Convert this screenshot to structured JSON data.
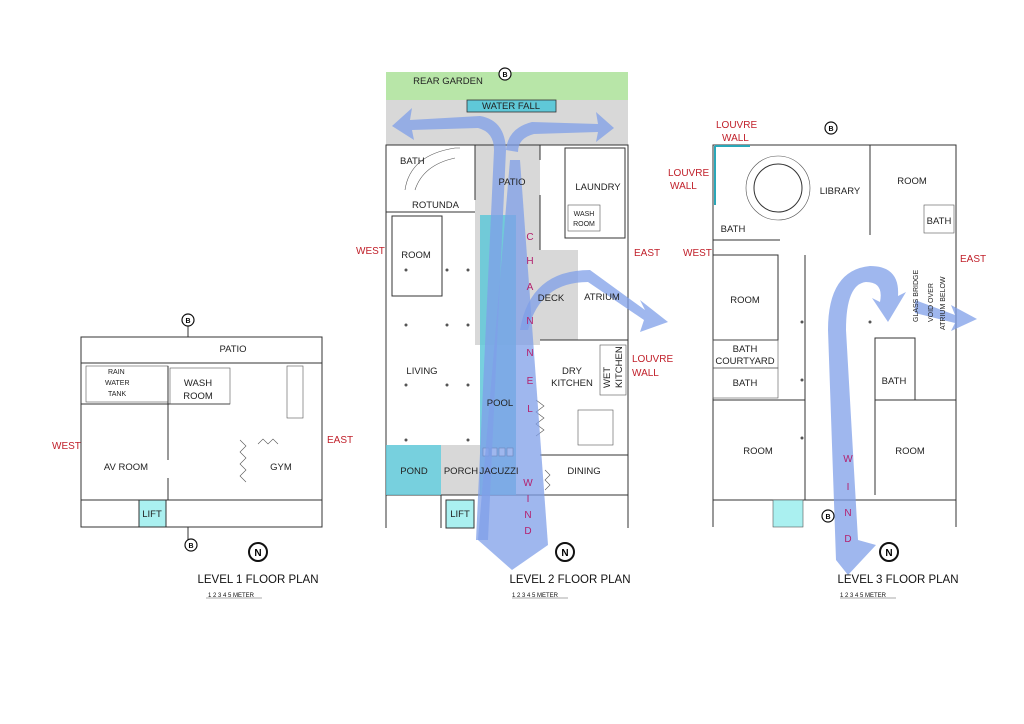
{
  "level1": {
    "title": "LEVEL 1 FLOOR PLAN",
    "scale": "1 2 3 4 5 METER",
    "west": "WEST",
    "east": "EAST",
    "rooms": {
      "patio": "PATIO",
      "rain_water_tank": [
        "RAIN",
        "WATER",
        "TANK"
      ],
      "wash_room": [
        "WASH",
        "ROOM"
      ],
      "av_room": "AV ROOM",
      "gym": "GYM",
      "lift": "LIFT"
    }
  },
  "level2": {
    "title": "LEVEL 2 FLOOR PLAN",
    "scale": "1 2 3 4 5 METER",
    "west": "WEST",
    "east": "EAST",
    "louvre_wall": [
      "LOUVRE",
      "WALL"
    ],
    "rooms": {
      "rear_garden": "REAR GARDEN",
      "water_fall": "WATER FALL",
      "bath": "BATH",
      "rotunda": "ROTUNDA",
      "patio": "PATIO",
      "laundry": "LAUNDRY",
      "wash_room": [
        "WASH",
        "ROOM"
      ],
      "room": "ROOM",
      "deck": "DECK",
      "atrium": "ATRIUM",
      "living": "LIVING",
      "pool": "POOL",
      "dry_kitchen": [
        "DRY",
        "KITCHEN"
      ],
      "wet_kitchen": [
        "WET",
        "KITCHEN"
      ],
      "pond": "POND",
      "porch": "PORCH",
      "jacuzzi": "JACUZZI",
      "dining": "DINING",
      "lift": "LIFT"
    },
    "channel_text": [
      "C",
      "H",
      "A",
      "N",
      "N",
      "E",
      "L"
    ],
    "wind_text": [
      "W",
      "I",
      "N",
      "D"
    ]
  },
  "level3": {
    "title": "LEVEL 3 FLOOR PLAN",
    "scale": "1 2 3 4 5 METER",
    "west": "WEST",
    "east": "EAST",
    "louvre_wall_top": [
      "LOUVRE",
      "WALL"
    ],
    "louvre_wall_side": [
      "LOUVRE",
      "WALL"
    ],
    "rooms": {
      "library": "LIBRARY",
      "room_ne": "ROOM",
      "bath_ne": "BATH",
      "bath_nw": "BATH",
      "room_w": "ROOM",
      "glass_bridge": "GLASS BRIDGE",
      "void_over": "VOID OVER",
      "atrium_below": "ATRIUM BELOW",
      "bath_courtyard": [
        "BATH",
        "COURTYARD"
      ],
      "bath_w": "BATH",
      "bath_e": "BATH",
      "room_sw": "ROOM",
      "room_se": "ROOM"
    },
    "wind_text": [
      "W",
      "I",
      "N",
      "D"
    ]
  },
  "markers": {
    "section_b": "B",
    "north": "N"
  },
  "colors": {
    "wind": "#7f9fe8",
    "pool": "#5fc8d8",
    "lift": "#aaf0f0",
    "garden": "#b8e6a8",
    "paving": "#d8d8d8",
    "label_red": "#c0202a",
    "wind_text": "#b3206e"
  }
}
